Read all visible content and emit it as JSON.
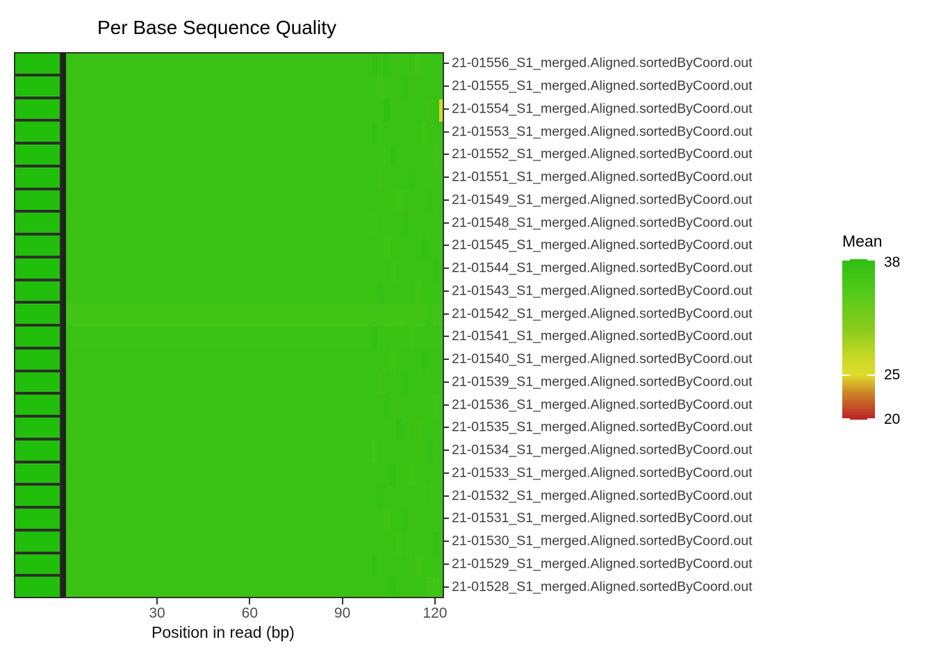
{
  "title": "Per Base Sequence Quality",
  "xlabel": "Position in read (bp)",
  "legend": {
    "title": "Mean",
    "tick_labels": [
      "38",
      "25",
      "20"
    ]
  },
  "chart_data": {
    "type": "heatmap",
    "title": "Per Base Sequence Quality",
    "xlabel": "Position in read (bp)",
    "x_ticks": [
      30,
      60,
      90,
      120
    ],
    "x_range": [
      1,
      122
    ],
    "grid": false,
    "legend_position": "right",
    "samples": [
      "21-01556_S1_merged.Aligned.sortedByCoord.out",
      "21-01555_S1_merged.Aligned.sortedByCoord.out",
      "21-01554_S1_merged.Aligned.sortedByCoord.out",
      "21-01553_S1_merged.Aligned.sortedByCoord.out",
      "21-01552_S1_merged.Aligned.sortedByCoord.out",
      "21-01551_S1_merged.Aligned.sortedByCoord.out",
      "21-01549_S1_merged.Aligned.sortedByCoord.out",
      "21-01548_S1_merged.Aligned.sortedByCoord.out",
      "21-01545_S1_merged.Aligned.sortedByCoord.out",
      "21-01544_S1_merged.Aligned.sortedByCoord.out",
      "21-01543_S1_merged.Aligned.sortedByCoord.out",
      "21-01542_S1_merged.Aligned.sortedByCoord.out",
      "21-01541_S1_merged.Aligned.sortedByCoord.out",
      "21-01540_S1_merged.Aligned.sortedByCoord.out",
      "21-01539_S1_merged.Aligned.sortedByCoord.out",
      "21-01536_S1_merged.Aligned.sortedByCoord.out",
      "21-01535_S1_merged.Aligned.sortedByCoord.out",
      "21-01534_S1_merged.Aligned.sortedByCoord.out",
      "21-01533_S1_merged.Aligned.sortedByCoord.out",
      "21-01532_S1_merged.Aligned.sortedByCoord.out",
      "21-01531_S1_merged.Aligned.sortedByCoord.out",
      "21-01530_S1_merged.Aligned.sortedByCoord.out",
      "21-01529_S1_merged.Aligned.sortedByCoord.out",
      "21-01528_S1_merged.Aligned.sortedByCoord.out"
    ],
    "fastqc_status": [
      "pass",
      "pass",
      "pass",
      "pass",
      "pass",
      "pass",
      "pass",
      "pass",
      "pass",
      "pass",
      "pass",
      "pass",
      "pass",
      "pass",
      "pass",
      "pass",
      "pass",
      "pass",
      "pass",
      "pass",
      "pass",
      "pass",
      "pass",
      "pass"
    ],
    "status_color": "#22be0c",
    "colorscale": {
      "title": "Mean",
      "min": 20,
      "max": 38,
      "tick_values": [
        38,
        25,
        20
      ],
      "stops": [
        {
          "v": 38,
          "c": "#2fbe12"
        },
        {
          "v": 34,
          "c": "#55cb1a"
        },
        {
          "v": 30,
          "c": "#8ccb1d"
        },
        {
          "v": 27,
          "c": "#c6d824"
        },
        {
          "v": 25,
          "c": "#dedd2b"
        },
        {
          "v": 23,
          "c": "#cc8527"
        },
        {
          "v": 21,
          "c": "#c04127"
        },
        {
          "v": 20,
          "c": "#bb2126"
        }
      ]
    },
    "bins": [
      [
        1,
        1
      ],
      [
        2,
        2
      ],
      [
        3,
        3
      ],
      [
        4,
        4
      ],
      [
        5,
        5
      ],
      [
        6,
        6
      ],
      [
        7,
        7
      ],
      [
        8,
        8
      ],
      [
        9,
        9
      ],
      [
        10,
        14
      ],
      [
        15,
        19
      ],
      [
        20,
        24
      ],
      [
        25,
        29
      ],
      [
        30,
        34
      ],
      [
        35,
        39
      ],
      [
        40,
        44
      ],
      [
        45,
        49
      ],
      [
        50,
        54
      ],
      [
        55,
        59
      ],
      [
        60,
        64
      ],
      [
        65,
        69
      ],
      [
        70,
        74
      ],
      [
        75,
        79
      ],
      [
        80,
        84
      ],
      [
        85,
        89
      ],
      [
        90,
        94
      ],
      [
        95,
        99
      ],
      [
        100,
        101
      ],
      [
        102,
        103
      ],
      [
        104,
        105
      ],
      [
        106,
        107
      ],
      [
        108,
        109
      ],
      [
        110,
        111
      ],
      [
        112,
        113
      ],
      [
        114,
        115
      ],
      [
        116,
        117
      ],
      [
        118,
        119
      ],
      [
        120,
        121
      ],
      [
        122,
        122
      ]
    ],
    "default_value": 37,
    "row_base_values": {
      "4": 36.85,
      "7": 36.9,
      "10": 36.9,
      "11": 36.2,
      "12": 36.8,
      "16": 36.9,
      "21": 36.9
    },
    "cell_overrides": [
      [
        0,
        100,
        37.6
      ],
      [
        0,
        104,
        37.6
      ],
      [
        0,
        114,
        36.2
      ],
      [
        1,
        102,
        36.3
      ],
      [
        1,
        110,
        37.6
      ],
      [
        2,
        104,
        37.7
      ],
      [
        2,
        118,
        36.4
      ],
      [
        2,
        122,
        26
      ],
      [
        3,
        100,
        37.6
      ],
      [
        3,
        116,
        36.3
      ],
      [
        4,
        106,
        37.5
      ],
      [
        4,
        120,
        36.4
      ],
      [
        5,
        102,
        36.4
      ],
      [
        5,
        112,
        37.6
      ],
      [
        6,
        108,
        36.3
      ],
      [
        6,
        118,
        37.5
      ],
      [
        7,
        100,
        36.4
      ],
      [
        7,
        110,
        37.6
      ],
      [
        8,
        104,
        36.3
      ],
      [
        8,
        116,
        37.6
      ],
      [
        9,
        106,
        36.4
      ],
      [
        9,
        120,
        37.5
      ],
      [
        10,
        102,
        37.6
      ],
      [
        10,
        114,
        36.3
      ],
      [
        11,
        108,
        35.8
      ],
      [
        11,
        118,
        36.8
      ],
      [
        12,
        100,
        37.5
      ],
      [
        12,
        112,
        36.3
      ],
      [
        13,
        106,
        36.3
      ],
      [
        13,
        116,
        37.6
      ],
      [
        14,
        102,
        36.4
      ],
      [
        14,
        110,
        37.5
      ],
      [
        15,
        104,
        37.6
      ],
      [
        15,
        120,
        36.3
      ],
      [
        16,
        108,
        37.5
      ],
      [
        16,
        114,
        36.4
      ],
      [
        17,
        100,
        36.3
      ],
      [
        17,
        118,
        37.6
      ],
      [
        18,
        106,
        37.6
      ],
      [
        18,
        112,
        36.3
      ],
      [
        19,
        102,
        37.5
      ],
      [
        19,
        116,
        36.4
      ],
      [
        20,
        104,
        36.3
      ],
      [
        20,
        110,
        37.6
      ],
      [
        21,
        108,
        36.4
      ],
      [
        21,
        120,
        37.5
      ],
      [
        22,
        100,
        37.6
      ],
      [
        22,
        114,
        36.3
      ],
      [
        23,
        106,
        37.5
      ],
      [
        23,
        118,
        36.2
      ],
      [
        23,
        120,
        35.9
      ]
    ]
  }
}
